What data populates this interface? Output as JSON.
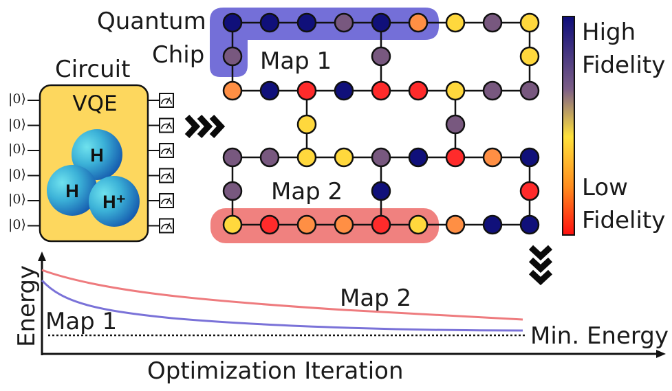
{
  "labels": {
    "quantum": "Quantum",
    "chip": "Chip",
    "circuit": "Circuit",
    "vqe": "VQE",
    "map1_chip": "Map 1",
    "map2_chip": "Map 2",
    "legend_high_1": "High",
    "legend_high_2": "Fidelity",
    "legend_low_1": "Low",
    "legend_low_2": "Fidelity",
    "energy_axis": "Energy",
    "iteration_axis": "Optimization Iteration",
    "plot_map1": "Map 1",
    "plot_map2": "Map 2",
    "min_energy": "Min. Energy",
    "qubit_state": "|0⟩",
    "atom_h1": "H",
    "atom_h2": "H",
    "atom_hplus": "H⁺"
  },
  "colors": {
    "map1_highlight": "#6d67d6",
    "map2_highlight": "#ef7a78",
    "vqe_box": "#fdd75e",
    "atom_light": "#5cd6e6",
    "atom_dark": "#1565b6",
    "map1_curve": "#7a72d8",
    "map2_curve": "#ee7b7e"
  },
  "icons": {
    "measure": "measurement-gauge-icon",
    "arrow_right": "triple-chevron-right-icon",
    "arrow_down": "triple-chevron-down-icon"
  },
  "qubit_count": 6
}
